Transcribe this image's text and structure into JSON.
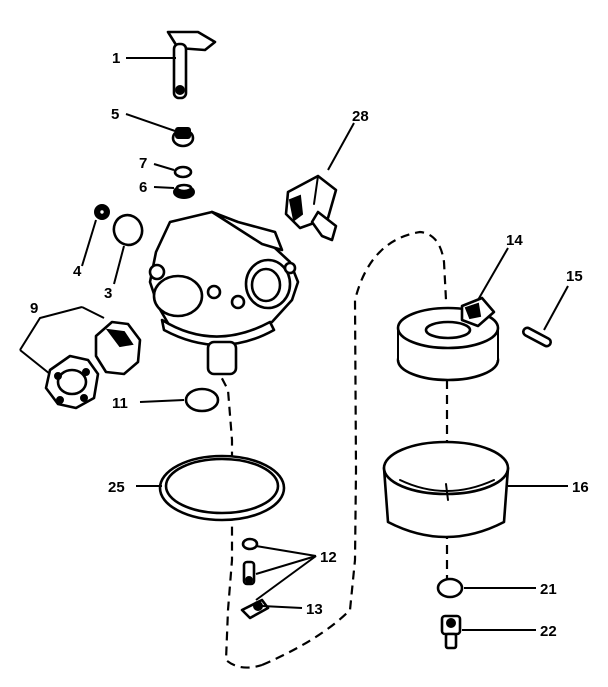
{
  "callouts": {
    "c1": "1",
    "c5": "5",
    "c28": "28",
    "c7": "7",
    "c6": "6",
    "c4": "4",
    "c3": "3",
    "c9": "9",
    "c14": "14",
    "c15": "15",
    "c11": "11",
    "c25": "25",
    "c16": "16",
    "c12": "12",
    "c13": "13",
    "c21": "21",
    "c22": "22"
  }
}
